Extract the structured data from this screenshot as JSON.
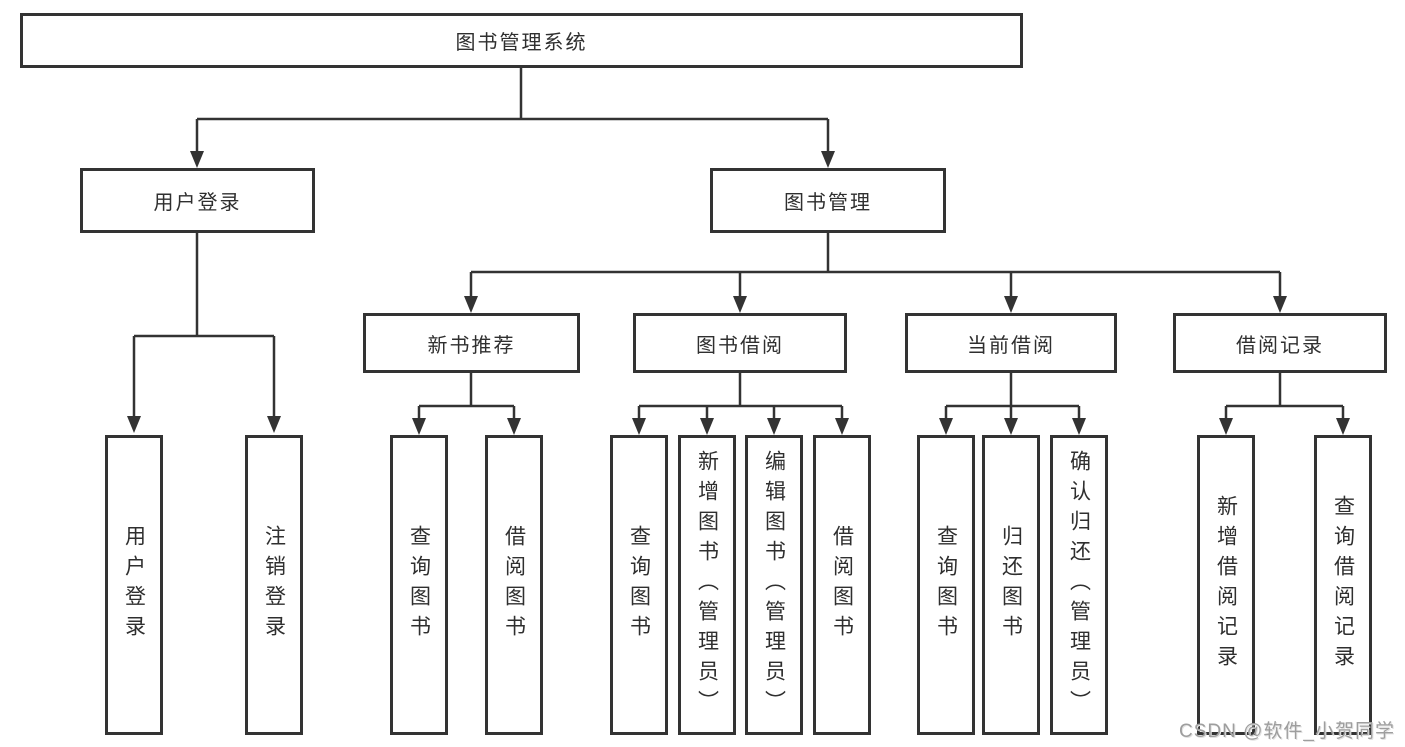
{
  "tree": {
    "root": {
      "label": "图书管理系统",
      "children": [
        {
          "label": "用户登录",
          "children": [
            {
              "label": "用户登录"
            },
            {
              "label": "注销登录"
            }
          ]
        },
        {
          "label": "图书管理",
          "children": [
            {
              "label": "新书推荐",
              "children": [
                {
                  "label": "查询图书"
                },
                {
                  "label": "借阅图书"
                }
              ]
            },
            {
              "label": "图书借阅",
              "children": [
                {
                  "label": "查询图书"
                },
                {
                  "label": "新增图书（管理员）"
                },
                {
                  "label": "编辑图书（管理员）"
                },
                {
                  "label": "借阅图书"
                }
              ]
            },
            {
              "label": "当前借阅",
              "children": [
                {
                  "label": "查询图书"
                },
                {
                  "label": "归还图书"
                },
                {
                  "label": "确认归还（管理员）"
                }
              ]
            },
            {
              "label": "借阅记录",
              "children": [
                {
                  "label": "新增借阅记录"
                },
                {
                  "label": "查询借阅记录"
                }
              ]
            }
          ]
        }
      ]
    }
  },
  "watermark": {
    "text": "CSDN @软件_小贺同学"
  },
  "colors": {
    "line": "#333333",
    "box_border": "#333333",
    "box_background": "#ffffff",
    "text": "#2f2f2f",
    "watermark": "#9e9e9e"
  }
}
